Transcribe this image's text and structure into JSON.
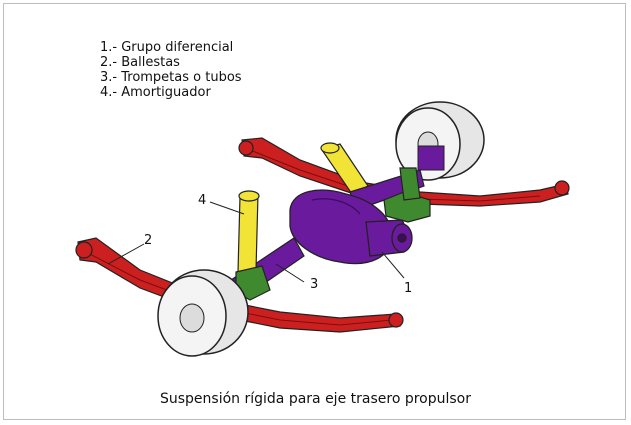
{
  "legend": [
    "1.- Grupo diferencial",
    "2.- Ballestas",
    "3.- Trompetas o tubos",
    "4.- Amortiguador"
  ],
  "callouts": {
    "c1": "1",
    "c2": "2",
    "c3": "3",
    "c4": "4"
  },
  "caption": "Suspensión rígida para eje trasero propulsor",
  "colors": {
    "leaf_spring": "#cc1f1f",
    "housing": "#6a1a9c",
    "shock": "#f2e436",
    "bracket": "#3f8a2e",
    "wheel": "#f2f2f2",
    "outline": "#222222"
  }
}
